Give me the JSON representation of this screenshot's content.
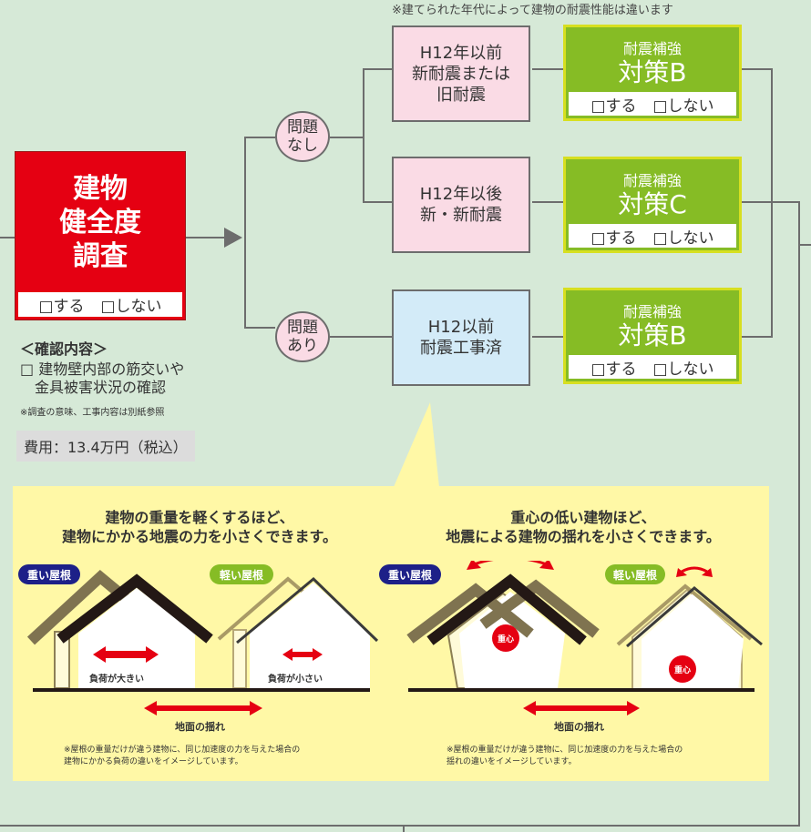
{
  "top_note": "※建てられた年代によって建物の耐震性能は違います",
  "survey": {
    "title": "建物\n健全度\n調査",
    "check_do": "□する",
    "check_dont": "□しない"
  },
  "result": {
    "none": "問題\nなし",
    "some": "問題\nあり"
  },
  "eras": [
    {
      "text": "H12年以前\n新耐震または\n旧耐震"
    },
    {
      "text": "H12年以後\n新・新耐震"
    },
    {
      "text": "H12以前\n耐震工事済"
    }
  ],
  "measures": [
    {
      "small": "耐震補強",
      "big": "対策B",
      "do": "□する",
      "dont": "□しない"
    },
    {
      "small": "耐震補強",
      "big": "対策C",
      "do": "□する",
      "dont": "□しない"
    },
    {
      "small": "耐震補強",
      "big": "対策B",
      "do": "□する",
      "dont": "□しない"
    }
  ],
  "confirm": {
    "title": "＜確認内容＞",
    "item": "□ 建物壁内部の筋交いや\n　金具被害状況の確認",
    "note": "※調査の意味、工事内容は別紙参照"
  },
  "cost": "費用：13.4万円（税込）",
  "panel_left": {
    "title": "建物の重量を軽くするほど、\n建物にかかる地震の力を小さくできます。",
    "heavy": "重い屋根",
    "light": "軽い屋根",
    "load_big": "負荷が大きい",
    "load_small": "負荷が小さい",
    "ground": "地面の揺れ",
    "note": "※屋根の重量だけが違う建物に、同じ加速度の力を与えた場合の\n建物にかかる負荷の違いをイメージしています。"
  },
  "panel_right": {
    "title": "重心の低い建物ほど、\n地震による建物の揺れを小さくできます。",
    "heavy": "重い屋根",
    "light": "軽い屋根",
    "center": "重心",
    "ground": "地面の揺れ",
    "note": "※屋根の重量だけが違う建物に、同じ加速度の力を与えた場合の\n揺れの違いをイメージしています。"
  },
  "colors": {
    "red": "#e50012",
    "green": "#86bc25",
    "lime_border": "#d7df20",
    "pink": "#fadbe5",
    "blue": "#d3ebf8",
    "navy": "#1d2088",
    "yellow_panel": "#fff8a6",
    "background": "#d6e9d7"
  }
}
